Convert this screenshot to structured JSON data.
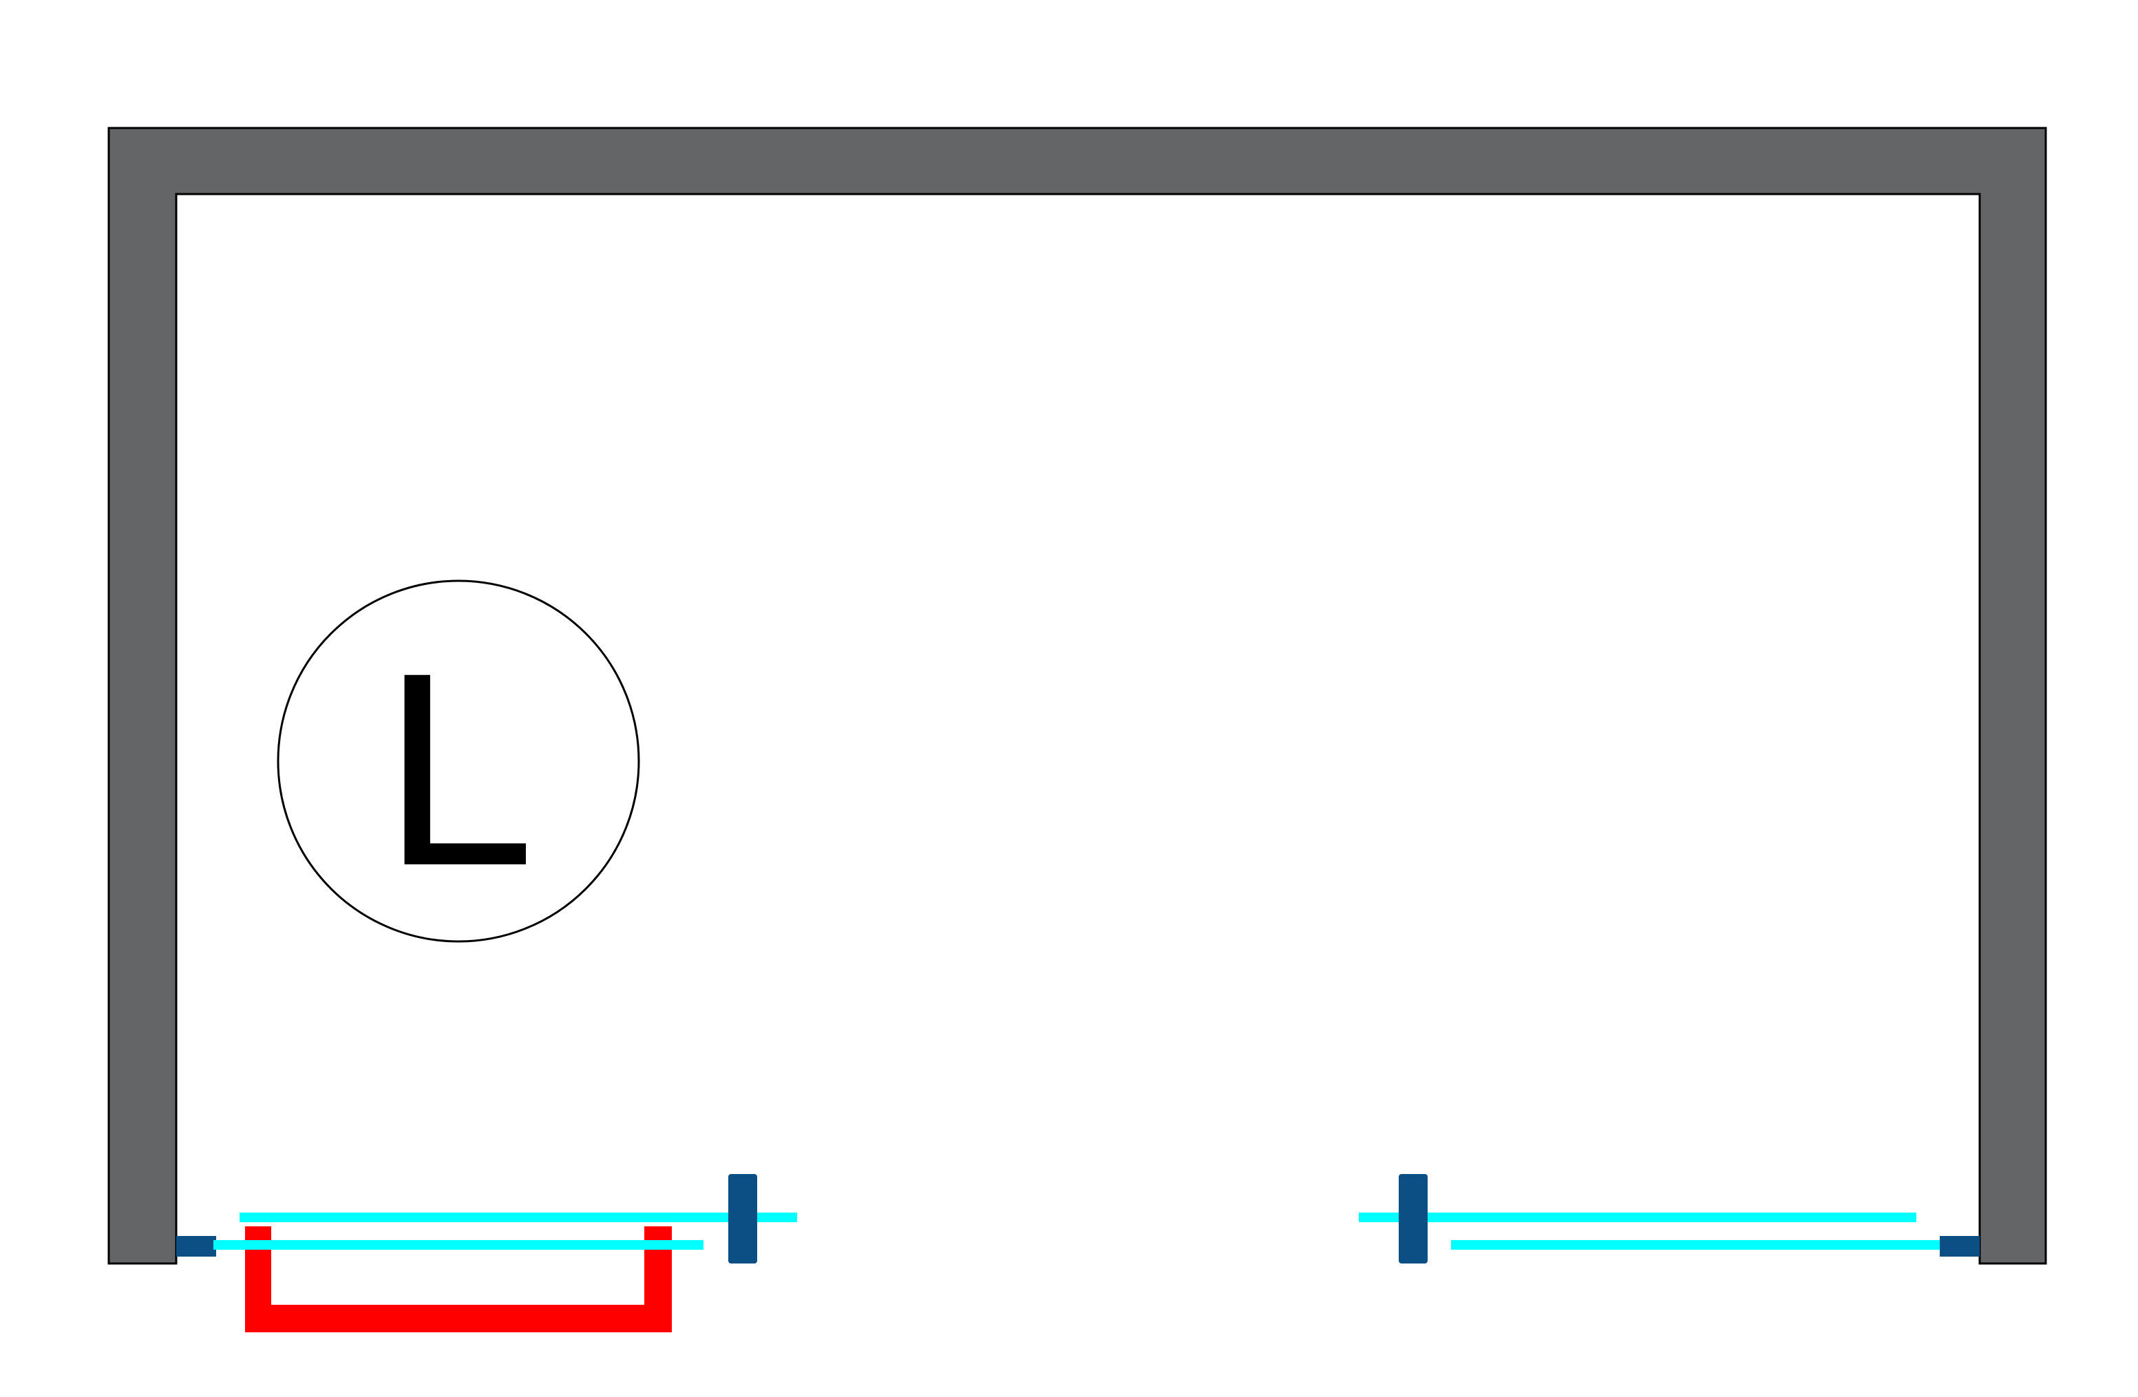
{
  "diagram": {
    "orientation_label": "L",
    "colors": {
      "background": "#ffffff",
      "wall_fill": "#646567",
      "wall_stroke": "#000000",
      "glass_panel": "#00ffff",
      "profile_fitting": "#0b4f84",
      "handle": "#ff0000",
      "label_circle_stroke": "#000000",
      "label_text": "#000000"
    },
    "elements": {
      "walls": "wall-u-shape",
      "left_door": [
        "sliding-glass-panel-front",
        "fixed-glass-panel-back",
        "handle",
        "wall-profile",
        "glass-clamp"
      ],
      "right_door": [
        "sliding-glass-panel-front",
        "fixed-glass-panel-back",
        "wall-profile",
        "glass-clamp"
      ]
    }
  }
}
